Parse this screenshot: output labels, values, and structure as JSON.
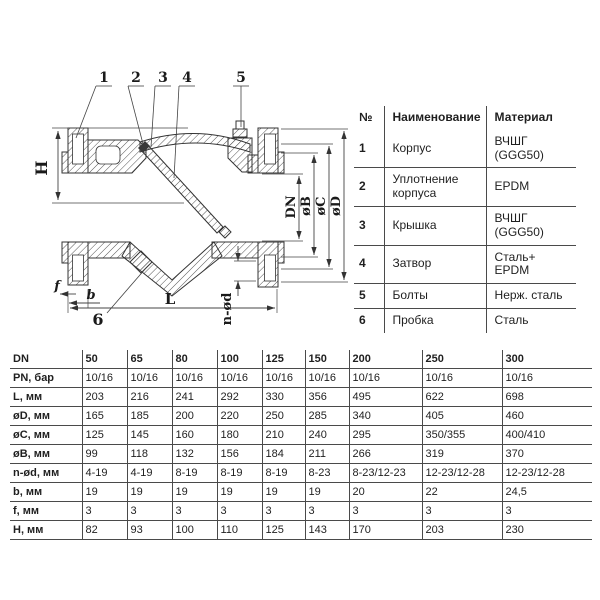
{
  "colors": {
    "line": "#3a3a3a",
    "text": "#1a1a1a",
    "table_border": "#4a4a4a"
  },
  "diagram": {
    "callouts": [
      "1",
      "2",
      "3",
      "4",
      "5",
      "6"
    ],
    "dims": {
      "h": "H",
      "l": "L",
      "f": "f",
      "b": "b",
      "n_od": "n-ød",
      "dn": "DN",
      "ob": "øB",
      "oc": "øC",
      "od": "øD"
    }
  },
  "parts_table": {
    "headers": {
      "num": "№",
      "name": "Наименование",
      "material": "Материал"
    },
    "rows": [
      {
        "num": "1",
        "name": "Корпус",
        "material": "ВЧШГ (GGG50)"
      },
      {
        "num": "2",
        "name": "Уплотнение корпуса",
        "material": "EPDM"
      },
      {
        "num": "3",
        "name": "Крышка",
        "material": "ВЧШГ (GGG50)"
      },
      {
        "num": "4",
        "name": "Затвор",
        "material": "Сталь+ EPDM"
      },
      {
        "num": "5",
        "name": "Болты",
        "material": "Нерж. сталь"
      },
      {
        "num": "6",
        "name": "Пробка",
        "material": "Сталь"
      }
    ]
  },
  "dims_table": {
    "header_label": "DN",
    "sizes": [
      "50",
      "65",
      "80",
      "100",
      "125",
      "150",
      "200",
      "250",
      "300"
    ],
    "rows": [
      {
        "label": "PN, бар",
        "v": [
          "10/16",
          "10/16",
          "10/16",
          "10/16",
          "10/16",
          "10/16",
          "10/16",
          "10/16",
          "10/16"
        ]
      },
      {
        "label": "L, мм",
        "v": [
          "203",
          "216",
          "241",
          "292",
          "330",
          "356",
          "495",
          "622",
          "698"
        ]
      },
      {
        "label": "øD, мм",
        "v": [
          "165",
          "185",
          "200",
          "220",
          "250",
          "285",
          "340",
          "405",
          "460"
        ]
      },
      {
        "label": "øC, мм",
        "v": [
          "125",
          "145",
          "160",
          "180",
          "210",
          "240",
          "295",
          "350/355",
          "400/410"
        ]
      },
      {
        "label": "øB, мм",
        "v": [
          "99",
          "118",
          "132",
          "156",
          "184",
          "211",
          "266",
          "319",
          "370"
        ]
      },
      {
        "label": "n-ød, мм",
        "v": [
          "4-19",
          "4-19",
          "8-19",
          "8-19",
          "8-19",
          "8-23",
          "8-23/12-23",
          "12-23/12-28",
          "12-23/12-28"
        ]
      },
      {
        "label": "b, мм",
        "v": [
          "19",
          "19",
          "19",
          "19",
          "19",
          "19",
          "20",
          "22",
          "24,5"
        ]
      },
      {
        "label": "f, мм",
        "v": [
          "3",
          "3",
          "3",
          "3",
          "3",
          "3",
          "3",
          "3",
          "3"
        ]
      },
      {
        "label": "H, мм",
        "v": [
          "82",
          "93",
          "100",
          "110",
          "125",
          "143",
          "170",
          "203",
          "230"
        ]
      }
    ]
  }
}
